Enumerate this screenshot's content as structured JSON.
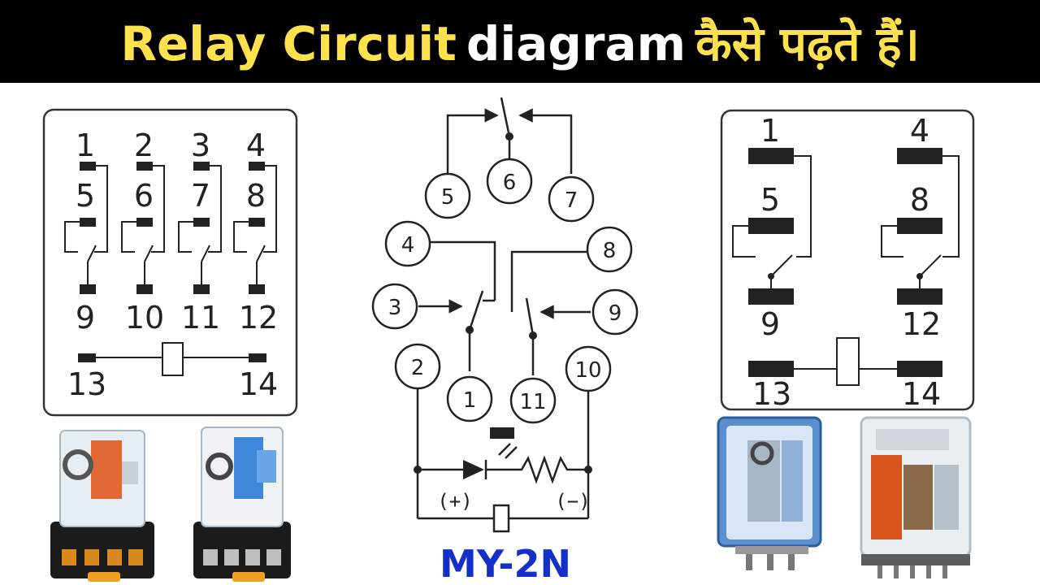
{
  "title": {
    "part1": "Relay Circuit",
    "part2": "diagram",
    "part3": "कैसे पढ़ते हैं।",
    "color_yellow": "#ffe14d",
    "color_white": "#ffffff"
  },
  "left_diagram": {
    "top_pins": [
      "1",
      "2",
      "3",
      "4"
    ],
    "mid_pins": [
      "5",
      "6",
      "7",
      "8"
    ],
    "bottom_pins": [
      "9",
      "10",
      "11",
      "12"
    ],
    "coil_pins": [
      "13",
      "14"
    ]
  },
  "center_diagram": {
    "pins": [
      "1",
      "2",
      "3",
      "4",
      "5",
      "6",
      "7",
      "8",
      "9",
      "10",
      "11"
    ],
    "plus_label": "(+)",
    "minus_label": "(−)",
    "model": "MY-2N",
    "model_color": "#1530c8"
  },
  "right_diagram": {
    "top_pins": [
      "1",
      "4"
    ],
    "mid_pins": [
      "5",
      "8"
    ],
    "bottom_pins": [
      "9",
      "12"
    ],
    "coil_pins": [
      "13",
      "14"
    ]
  },
  "photos": {
    "left_photo_1": "relay-photo-orange",
    "left_photo_2": "relay-photo-blue",
    "right_photo_1": "relay-photo-blue-large",
    "right_photo_2": "relay-photo-orange-large"
  }
}
